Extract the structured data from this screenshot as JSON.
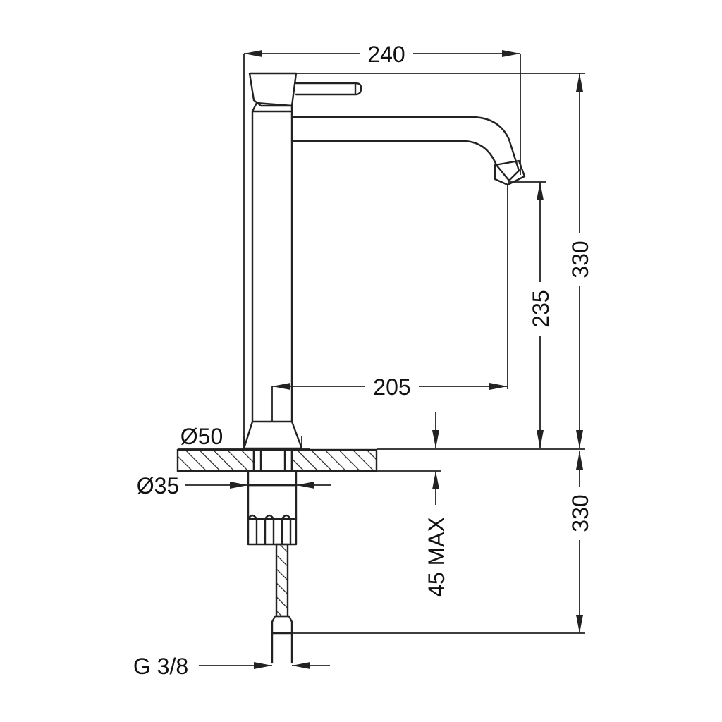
{
  "drawing": {
    "colors": {
      "line": "#222222",
      "background": "#ffffff"
    },
    "dimensions": {
      "overall_width": "240",
      "overall_height_above": "330",
      "spout_height": "235",
      "spout_reach": "205",
      "base_diameter": "Ø50",
      "shank_diameter": "Ø35",
      "height_below": "330",
      "max_deck_thickness": "45 MAX",
      "connection_thread": "G 3/8"
    }
  }
}
